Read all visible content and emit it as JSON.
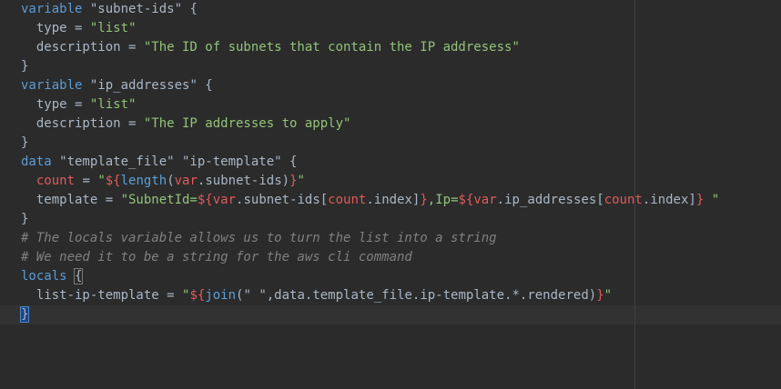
{
  "editor": {
    "lines": [
      {
        "tokens": [
          {
            "t": "variable",
            "c": "t-blue"
          },
          {
            "t": " ",
            "c": "t-default"
          },
          {
            "t": "\"subnet-ids\"",
            "c": "t-default"
          },
          {
            "t": " {",
            "c": "t-default"
          }
        ]
      },
      {
        "tokens": [
          {
            "t": "  type = ",
            "c": "t-default"
          },
          {
            "t": "\"list\"",
            "c": "t-string"
          }
        ]
      },
      {
        "tokens": [
          {
            "t": "  description = ",
            "c": "t-default"
          },
          {
            "t": "\"The ID of subnets that contain the IP addresess\"",
            "c": "t-string"
          }
        ]
      },
      {
        "tokens": [
          {
            "t": "}",
            "c": "t-default"
          }
        ]
      },
      {
        "tokens": [
          {
            "t": "variable",
            "c": "t-blue"
          },
          {
            "t": " \"ip_addresses\" {",
            "c": "t-default"
          }
        ]
      },
      {
        "tokens": [
          {
            "t": "  type = ",
            "c": "t-default"
          },
          {
            "t": "\"list\"",
            "c": "t-string"
          }
        ]
      },
      {
        "tokens": [
          {
            "t": "  description = ",
            "c": "t-default"
          },
          {
            "t": "\"The IP addresses to apply\"",
            "c": "t-string"
          }
        ]
      },
      {
        "tokens": [
          {
            "t": "}",
            "c": "t-default"
          }
        ]
      },
      {
        "tokens": [
          {
            "t": "data",
            "c": "t-blue"
          },
          {
            "t": " \"template_file\" \"ip-template\" {",
            "c": "t-default"
          }
        ]
      },
      {
        "tokens": [
          {
            "t": "  ",
            "c": "t-default"
          },
          {
            "t": "count",
            "c": "t-interp"
          },
          {
            "t": " = ",
            "c": "t-default"
          },
          {
            "t": "\"",
            "c": "t-string"
          },
          {
            "t": "${",
            "c": "t-interp"
          },
          {
            "t": "length",
            "c": "t-func"
          },
          {
            "t": "(",
            "c": "t-default"
          },
          {
            "t": "var",
            "c": "t-interp"
          },
          {
            "t": ".subnet-ids)",
            "c": "t-default"
          },
          {
            "t": "}",
            "c": "t-interp"
          },
          {
            "t": "\"",
            "c": "t-string"
          }
        ]
      },
      {
        "tokens": [
          {
            "t": "  template = ",
            "c": "t-default"
          },
          {
            "t": "\"SubnetId=",
            "c": "t-string"
          },
          {
            "t": "${",
            "c": "t-interp"
          },
          {
            "t": "var",
            "c": "t-interp"
          },
          {
            "t": ".subnet-ids[",
            "c": "t-default"
          },
          {
            "t": "count",
            "c": "t-interp"
          },
          {
            "t": ".index]",
            "c": "t-default"
          },
          {
            "t": "}",
            "c": "t-interp"
          },
          {
            "t": ",Ip=",
            "c": "t-string"
          },
          {
            "t": "${",
            "c": "t-interp"
          },
          {
            "t": "var",
            "c": "t-interp"
          },
          {
            "t": ".ip_addresses[",
            "c": "t-default"
          },
          {
            "t": "count",
            "c": "t-interp"
          },
          {
            "t": ".index]",
            "c": "t-default"
          },
          {
            "t": "}",
            "c": "t-interp"
          },
          {
            "t": " \"",
            "c": "t-string"
          }
        ]
      },
      {
        "tokens": [
          {
            "t": "}",
            "c": "t-default"
          }
        ]
      },
      {
        "tokens": [
          {
            "t": "# The locals variable allows us to turn the list into a string",
            "c": "t-comment"
          }
        ]
      },
      {
        "tokens": [
          {
            "t": "# We need it to be a string for the aws cli command",
            "c": "t-comment"
          }
        ]
      },
      {
        "tokens": [
          {
            "t": "locals",
            "c": "t-blue"
          },
          {
            "t": " ",
            "c": "t-default"
          },
          {
            "t": "{",
            "c": "t-bracehl"
          }
        ]
      },
      {
        "tokens": [
          {
            "t": "  list-ip-template = ",
            "c": "t-default"
          },
          {
            "t": "\"",
            "c": "t-string"
          },
          {
            "t": "${",
            "c": "t-interp"
          },
          {
            "t": "join",
            "c": "t-func"
          },
          {
            "t": "(\" \",data.template_file.ip-template.*.rendered)",
            "c": "t-default"
          },
          {
            "t": "}",
            "c": "t-interp"
          },
          {
            "t": "\"",
            "c": "t-string"
          }
        ]
      },
      {
        "tokens": [
          {
            "t": "}",
            "c": "t-cursorbrace"
          }
        ],
        "current": true
      }
    ]
  }
}
